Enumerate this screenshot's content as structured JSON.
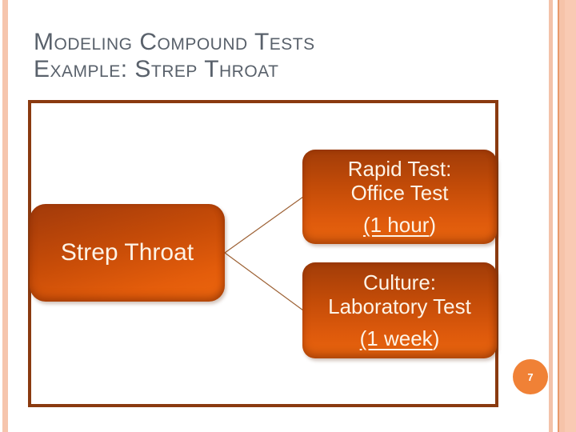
{
  "slide": {
    "title_line1": "Modeling Compound Tests",
    "title_line2": "Example: Strep Throat",
    "page_number": "7"
  },
  "diagram": {
    "root": {
      "label": "Strep Throat"
    },
    "branches": [
      {
        "line1": "Rapid Test:",
        "line2": "Office Test",
        "duration_underlined": "(1 hour",
        "duration_rest": ")"
      },
      {
        "line1": "Culture:",
        "line2": "Laboratory Test",
        "duration_underlined": "(1 week",
        "duration_rest": ")"
      }
    ]
  },
  "colors": {
    "title_text": "#59616b",
    "frame_border": "#8a3a10",
    "node_gradient_top": "#a13c08",
    "node_gradient_bottom": "#e8650e",
    "node_text": "#fdf3e6",
    "connector_line": "#9d6134",
    "edge_stripe_pink": "#f6c5ad",
    "edge_stripe_accent": "#e8996b",
    "page_bubble": "#f08136"
  }
}
